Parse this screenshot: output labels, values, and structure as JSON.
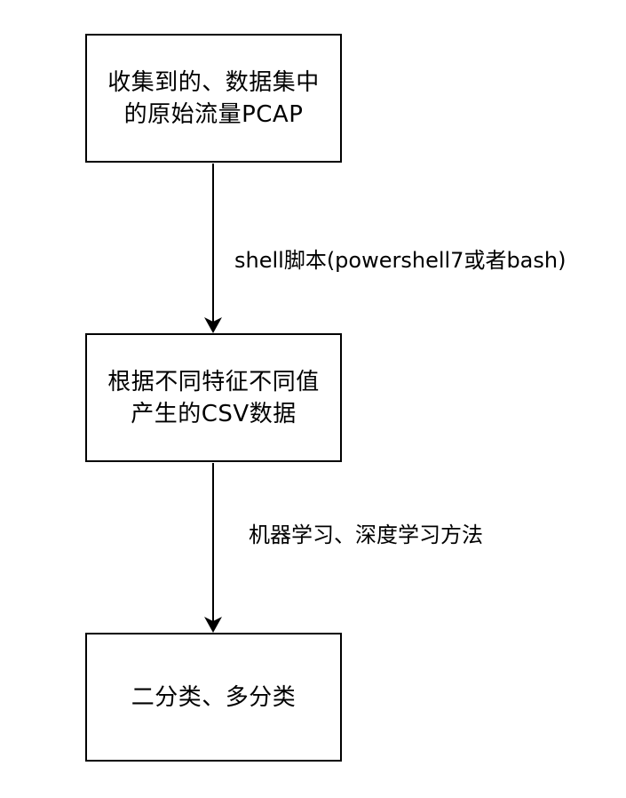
{
  "nodes": [
    {
      "lines": [
        "收集到的、数据集中",
        "的原始流量PCAP"
      ]
    },
    {
      "lines": [
        "根据不同特征不同值",
        "产生的CSV数据"
      ]
    },
    {
      "lines": [
        "二分类、多分类"
      ]
    }
  ],
  "edges": [
    {
      "label": "shell脚本(powershell7或者bash)"
    },
    {
      "label": "机器学习、深度学习方法"
    }
  ]
}
